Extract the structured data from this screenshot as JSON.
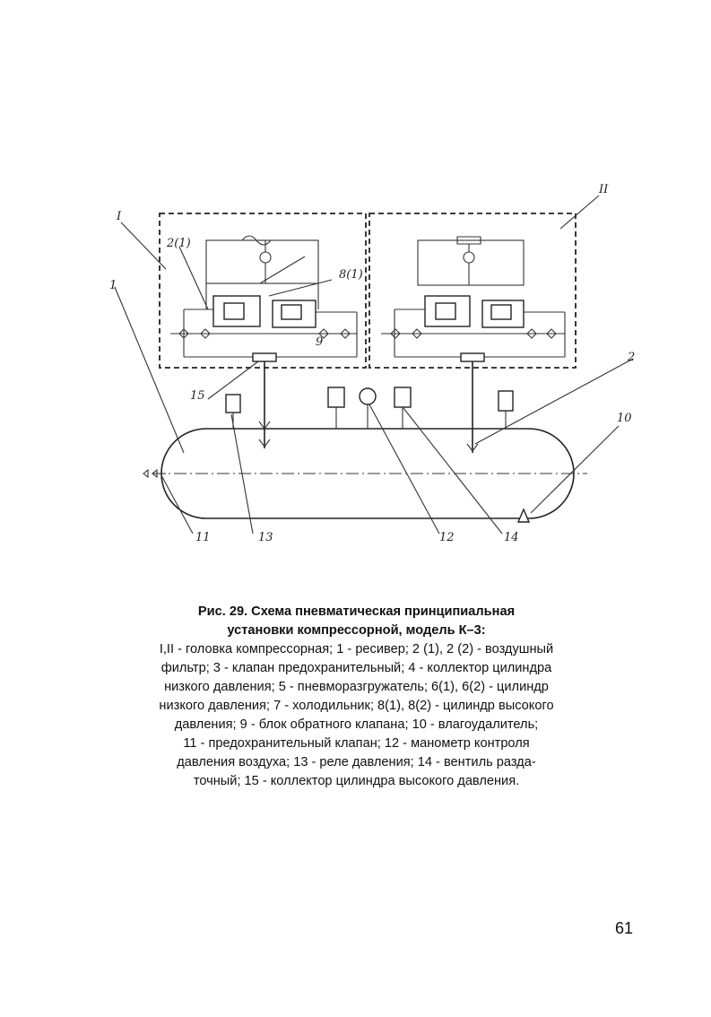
{
  "diagram": {
    "labels": {
      "head_1": "I",
      "head_2": "II",
      "l1": "1",
      "l2": "2",
      "l2_1": "2(1)",
      "l8_1": "8(1)",
      "l10": "10",
      "l11": "11",
      "l12": "12",
      "l13": "13",
      "l14": "14",
      "l15": "15",
      "l9": "9"
    }
  },
  "caption": {
    "title_line1": "Рис. 29. Схема пневматическая принципиальная",
    "title_line2": "установки компрессорной, модель К–3:",
    "body_lines": [
      "I,II - головка компрессорная; 1 - ресивер; 2 (1), 2 (2) - воздушный",
      "фильтр; 3 - клапан предохранительный; 4 - коллектор цилиндра",
      "низкого давления; 5 - пневморазгружатель; 6(1), 6(2) - цилиндр",
      "низкого давления; 7 - холодильник; 8(1), 8(2) - цилиндр высокого",
      "давления; 9 - блок обратного клапана; 10 - влагоудалитель;",
      "11 - предохранительный клапан; 12 - манометр контроля",
      "давления воздуха; 13 - реле давления; 14 - вентиль разда-",
      "точный;  15 - коллектор цилиндра высокого давления."
    ]
  },
  "page_number": "61"
}
